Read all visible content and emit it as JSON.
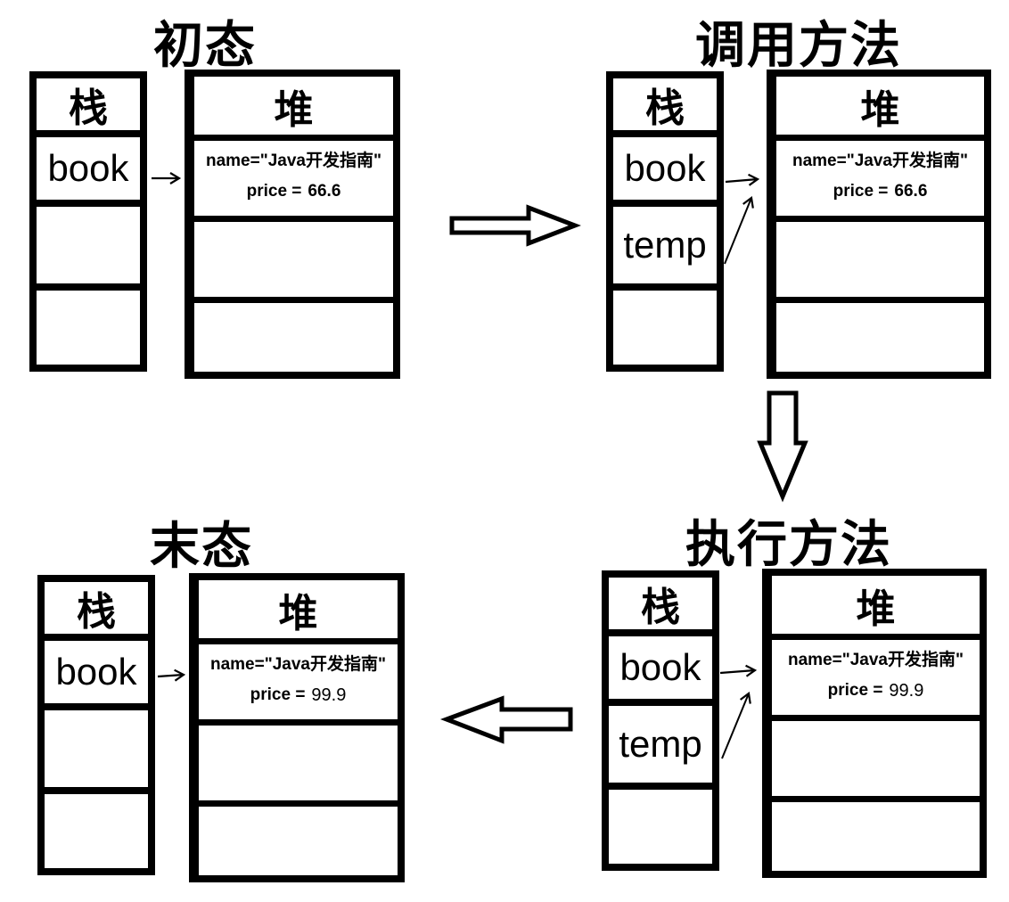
{
  "colors": {
    "ink": "#000000",
    "background": "#ffffff"
  },
  "panels": [
    {
      "key": "initial",
      "title": "初态",
      "stack": {
        "header": "栈",
        "rows": [
          "book",
          "",
          ""
        ]
      },
      "heap": {
        "header": "堆",
        "object": {
          "name_line": "name=\"Java开发指南\"",
          "price_label": "price =",
          "price_value": "66.6"
        },
        "empty_rows": 2
      },
      "pointers": [
        {
          "from": "book",
          "to": "heap-object"
        }
      ]
    },
    {
      "key": "call-method",
      "title": "调用方法",
      "stack": {
        "header": "栈",
        "rows": [
          "book",
          "temp",
          ""
        ]
      },
      "heap": {
        "header": "堆",
        "object": {
          "name_line": "name=\"Java开发指南\"",
          "price_label": "price =",
          "price_value": "66.6"
        },
        "empty_rows": 2
      },
      "pointers": [
        {
          "from": "book",
          "to": "heap-object"
        },
        {
          "from": "temp",
          "to": "heap-object"
        }
      ]
    },
    {
      "key": "execute-method",
      "title": "执行方法",
      "stack": {
        "header": "栈",
        "rows": [
          "book",
          "temp",
          ""
        ]
      },
      "heap": {
        "header": "堆",
        "object": {
          "name_line": "name=\"Java开发指南\"",
          "price_label": "price =",
          "price_value": "99.9"
        },
        "empty_rows": 2
      },
      "pointers": [
        {
          "from": "book",
          "to": "heap-object"
        },
        {
          "from": "temp",
          "to": "heap-object"
        }
      ]
    },
    {
      "key": "final",
      "title": "末态",
      "stack": {
        "header": "栈",
        "rows": [
          "book",
          "",
          ""
        ]
      },
      "heap": {
        "header": "堆",
        "object": {
          "name_line": "name=\"Java开发指南\"",
          "price_label": "price =",
          "price_value": "99.9"
        },
        "empty_rows": 2
      },
      "pointers": [
        {
          "from": "book",
          "to": "heap-object"
        }
      ]
    }
  ],
  "flow_arrows": [
    {
      "direction": "right",
      "from": "初态",
      "to": "调用方法"
    },
    {
      "direction": "down",
      "from": "调用方法",
      "to": "执行方法"
    },
    {
      "direction": "left",
      "from": "执行方法",
      "to": "末态"
    }
  ]
}
